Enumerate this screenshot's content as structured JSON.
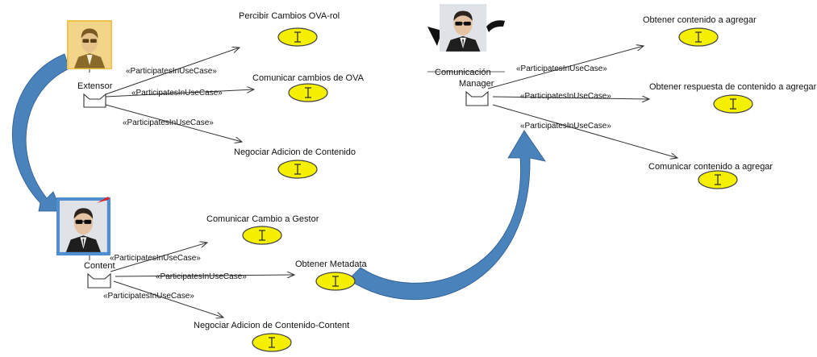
{
  "roles": [
    {
      "id": "extensor",
      "label": "Extensor",
      "avatar": "agent-portrait-icon"
    },
    {
      "id": "content",
      "label": "Content",
      "avatar": "agent-portrait-icon"
    },
    {
      "id": "manager",
      "label_line1": "Comunicación",
      "label_line2": "Manager",
      "avatar": "agent-portrait-icon"
    }
  ],
  "relationship_label": "«ParticipatesInUseCase»",
  "goals": {
    "extensor": [
      "Percibir Cambios OVA-rol",
      "Comunicar cambios de OVA",
      "Negociar Adicion de Contenido"
    ],
    "content": [
      "Comunicar Cambio a Gestor",
      "Obtener Metadata",
      "Negociar Adicion de Contenido-Content"
    ],
    "manager": [
      "Obtener contenido a agregar",
      "Obtener respuesta de contenido a agregar",
      "Comunicar contenido a agregar"
    ]
  },
  "colors": {
    "goal_fill": "#f5f000",
    "flow_arrow": "#4a82bb",
    "line": "#333333"
  }
}
